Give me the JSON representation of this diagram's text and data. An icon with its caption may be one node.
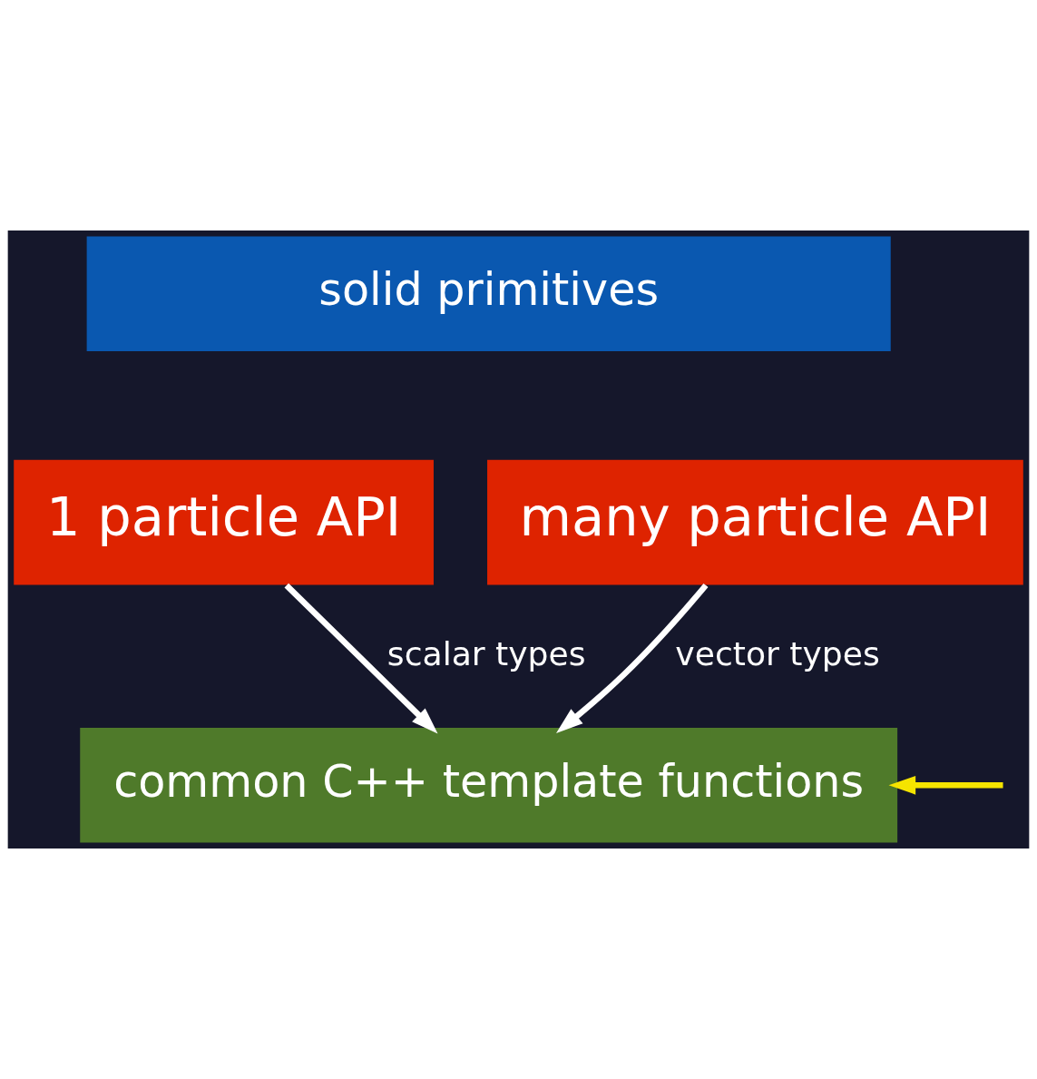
{
  "diagram": {
    "nodes": [
      {
        "text": [
          "solid primitives"
        ]
      },
      {
        "text": [
          "1 particle API"
        ]
      },
      {
        "text": [
          "many particle API"
        ]
      },
      {
        "text": [
          "common C++ template functions"
        ]
      }
    ],
    "edges": [
      {
        "from": 1,
        "to": 3,
        "arrow": "to",
        "label": "scalar types"
      },
      {
        "from": 2,
        "to": 3,
        "arrow": "to",
        "label": "vector types"
      },
      {
        "from": null,
        "to": 3,
        "arrow": "to",
        "color": "#f5e400"
      }
    ]
  }
}
